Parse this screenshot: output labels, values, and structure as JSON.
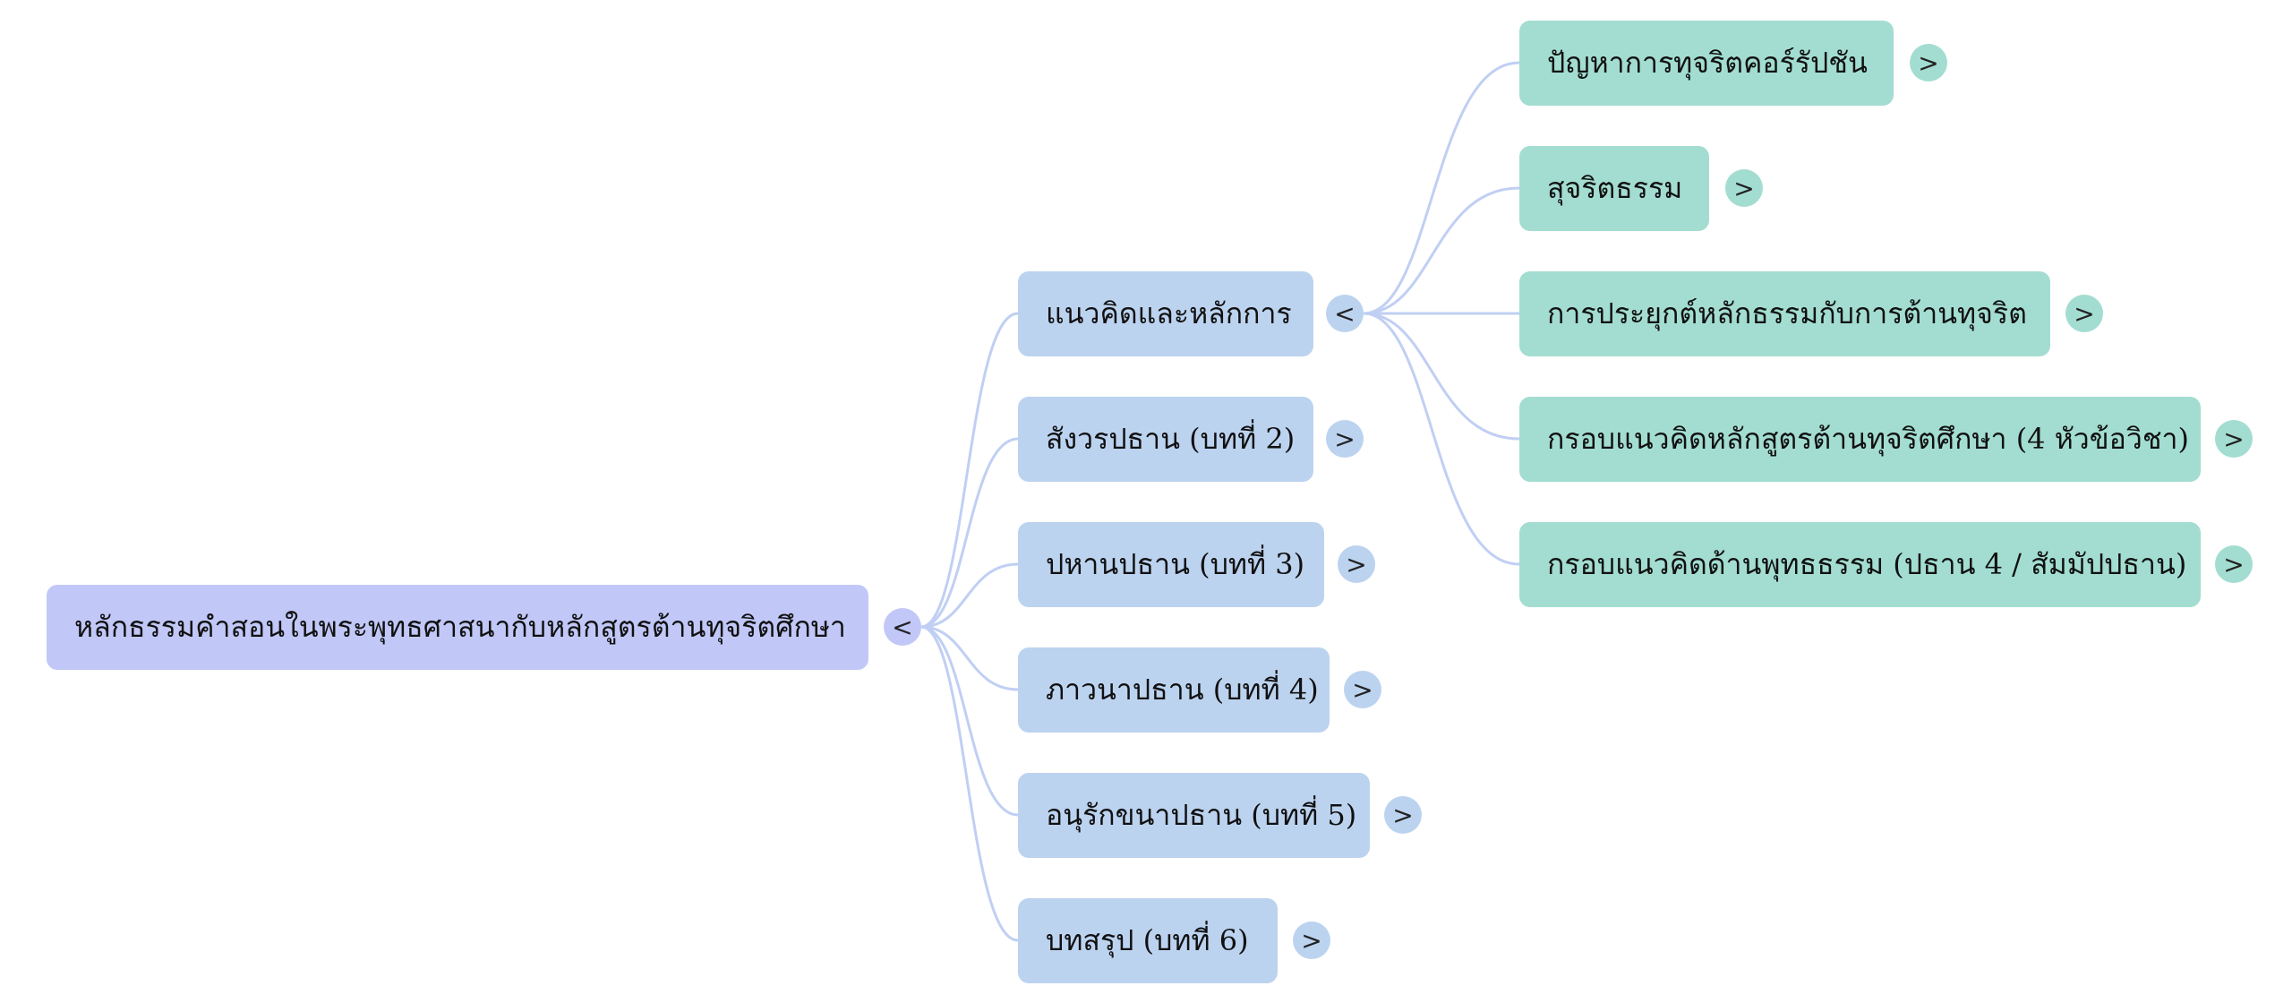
{
  "colors": {
    "root_node": "#c1c8f8",
    "level1_node": "#bcd3f0",
    "level2_node": "#a3ddd1",
    "connector": "#c0cff3"
  },
  "root": {
    "label": "หลักธรรมคำสอนในพระพุทธศาสนากับหลักสูตรต้านทุจริตศึกษา",
    "toggle": "<"
  },
  "branches": [
    {
      "label": "แนวคิดและหลักการ",
      "toggle": "<",
      "children": [
        {
          "label": "ปัญหาการทุจริตคอร์รัปชัน",
          "toggle": ">"
        },
        {
          "label": "สุจริตธรรม",
          "toggle": ">"
        },
        {
          "label": "การประยุกต์หลักธรรมกับการต้านทุจริต",
          "toggle": ">"
        },
        {
          "label": "กรอบแนวคิดหลักสูตรต้านทุจริตศึกษา (4 หัวข้อวิชา)",
          "toggle": ">"
        },
        {
          "label": "กรอบแนวคิดด้านพุทธธรรม (ปธาน 4 / สัมมัปปธาน)",
          "toggle": ">"
        }
      ]
    },
    {
      "label": "สังวรปธาน (บทที่ 2)",
      "toggle": ">"
    },
    {
      "label": "ปหานปธาน (บทที่ 3)",
      "toggle": ">"
    },
    {
      "label": "ภาวนาปธาน (บทที่ 4)",
      "toggle": ">"
    },
    {
      "label": "อนุรักขนาปธาน (บทที่ 5)",
      "toggle": ">"
    },
    {
      "label": "บทสรุป (บทที่ 6)",
      "toggle": ">"
    }
  ]
}
